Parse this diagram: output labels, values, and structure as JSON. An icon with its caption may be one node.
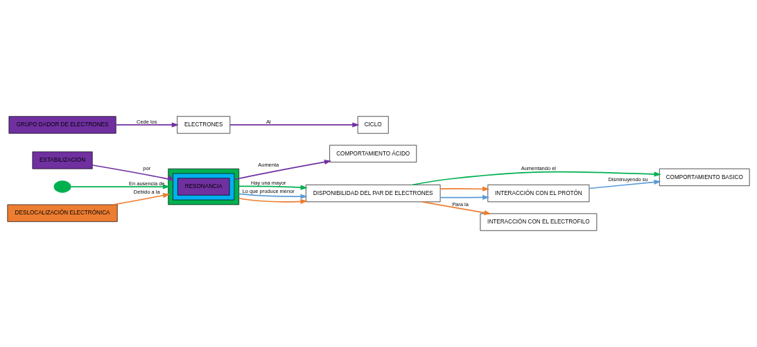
{
  "diagram": {
    "nodes": [
      {
        "text": [
          "ESTABILIZACION"
        ]
      },
      {
        "text": [
          "COMPORTAMIENTO ÁCIDO"
        ]
      },
      {
        "text": [
          "COMPORTAMIENTO BASICO"
        ]
      },
      {
        "text": [
          "INTERACCIÓN CON EL PROTÓN"
        ]
      },
      {
        "text": [],
        "shape": "box"
      },
      {
        "text": [],
        "shape": "box",
        "in": 4
      },
      {
        "text": [
          "RESONANCIA"
        ],
        "in": 5
      },
      {
        "text": [
          "DISPONIBILIDAD DEL PAR DE ELECTRONES"
        ]
      },
      {
        "text": [
          "INTERACCIÓN CON EL ELECTROFILO"
        ]
      },
      {
        "text": [],
        "shape": "circle"
      },
      {
        "text": [
          "DESLOCALIZACIÓN ELECTRÓNICA"
        ]
      },
      {
        "text": [
          "GRUPO DADOR DE ELECTRONES"
        ]
      },
      {
        "text": [
          "ELECTRONES"
        ]
      },
      {
        "text": [
          "CICLO"
        ]
      }
    ],
    "edges": [
      {
        "from": 0,
        "to": 5,
        "arrow": "to",
        "label": "por",
        "color": "#7030a0"
      },
      {
        "from": 5,
        "to": 1,
        "arrow": "to",
        "label": "Aumenta",
        "color": "#7030a0"
      },
      {
        "from": 4,
        "to": 7,
        "arrow": "to",
        "label": "Hay una mayor",
        "color": "#00b050"
      },
      {
        "from": 4,
        "to": 7,
        "arrow": "to",
        "label": "Lo que produce menor",
        "color": "#5b9bd5"
      },
      {
        "from": 4,
        "to": 7,
        "arrow": "to",
        "color": "#ed7d31"
      },
      {
        "from": 7,
        "to": 2,
        "arrow": "to",
        "label": "Aumentando el",
        "color": "#00b050"
      },
      {
        "from": 7,
        "to": 3,
        "arrow": "to",
        "color": "#5b9bd5"
      },
      {
        "from": 7,
        "to": 3,
        "arrow": "to",
        "color": "#ed7d31"
      },
      {
        "from": 7,
        "to": 8,
        "arrow": "to",
        "label": "Para la",
        "color": "#ed7d31"
      },
      {
        "from": 3,
        "to": 2,
        "arrow": "to",
        "label": "Disminuyendo su",
        "color": "#5b9bd5"
      },
      {
        "from": 9,
        "to": 4,
        "arrow": "to",
        "label": "En ausencia de",
        "color": "#00b050"
      },
      {
        "from": 10,
        "to": 4,
        "arrow": "to",
        "label": "Debido a la",
        "color": "#ed7d31"
      },
      {
        "from": 11,
        "to": 12,
        "arrow": "to",
        "label": "Cede los",
        "color": "#7030a0"
      },
      {
        "from": 12,
        "to": 13,
        "arrow": "to",
        "label": "Al",
        "color": "#7030a0"
      }
    ]
  }
}
